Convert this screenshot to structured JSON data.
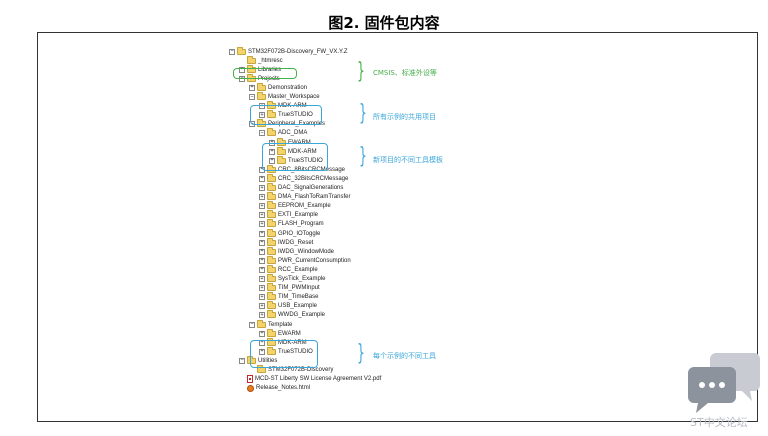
{
  "figure_title": "图2. 固件包内容",
  "tree": [
    {
      "label": "STM32F072B-Discovery_FW_VX.Y.Z",
      "indent": 0,
      "expander": "−",
      "icon": "folder-icon"
    },
    {
      "label": "_htmresc",
      "indent": 1,
      "expander": "",
      "icon": "folder-icon"
    },
    {
      "label": "Libraries",
      "indent": 1,
      "expander": "+",
      "icon": "folder-icon"
    },
    {
      "label": "Projects",
      "indent": 1,
      "expander": "−",
      "icon": "folder-icon"
    },
    {
      "label": "Demonstration",
      "indent": 2,
      "expander": "+",
      "icon": "folder-icon"
    },
    {
      "label": "Master_Workspace",
      "indent": 2,
      "expander": "−",
      "icon": "folder-icon"
    },
    {
      "label": "MDK-ARM",
      "indent": 3,
      "expander": "+",
      "icon": "folder-icon"
    },
    {
      "label": "TrueSTUDIO",
      "indent": 3,
      "expander": "+",
      "icon": "folder-icon"
    },
    {
      "label": "Peripheral_Examples",
      "indent": 2,
      "expander": "−",
      "icon": "folder-icon"
    },
    {
      "label": "ADC_DMA",
      "indent": 3,
      "expander": "−",
      "icon": "folder-icon"
    },
    {
      "label": "EWARM",
      "indent": 4,
      "expander": "+",
      "icon": "folder-icon"
    },
    {
      "label": "MDK-ARM",
      "indent": 4,
      "expander": "+",
      "icon": "folder-icon"
    },
    {
      "label": "TrueSTUDIO",
      "indent": 4,
      "expander": "+",
      "icon": "folder-icon"
    },
    {
      "label": "CRC_8BitsCRCMessage",
      "indent": 3,
      "expander": "+",
      "icon": "folder-icon"
    },
    {
      "label": "CRC_32BitsCRCMessage",
      "indent": 3,
      "expander": "+",
      "icon": "folder-icon"
    },
    {
      "label": "DAC_SignalGenerations",
      "indent": 3,
      "expander": "+",
      "icon": "folder-icon"
    },
    {
      "label": "DMA_FlashToRamTransfer",
      "indent": 3,
      "expander": "+",
      "icon": "folder-icon"
    },
    {
      "label": "EEPROM_Example",
      "indent": 3,
      "expander": "+",
      "icon": "folder-icon"
    },
    {
      "label": "EXTI_Example",
      "indent": 3,
      "expander": "+",
      "icon": "folder-icon"
    },
    {
      "label": "FLASH_Program",
      "indent": 3,
      "expander": "+",
      "icon": "folder-icon"
    },
    {
      "label": "GPIO_IOToggle",
      "indent": 3,
      "expander": "+",
      "icon": "folder-icon"
    },
    {
      "label": "IWDG_Reset",
      "indent": 3,
      "expander": "+",
      "icon": "folder-icon"
    },
    {
      "label": "IWDG_WindowMode",
      "indent": 3,
      "expander": "+",
      "icon": "folder-icon"
    },
    {
      "label": "PWR_CurrentConsumption",
      "indent": 3,
      "expander": "+",
      "icon": "folder-icon"
    },
    {
      "label": "RCC_Example",
      "indent": 3,
      "expander": "+",
      "icon": "folder-icon"
    },
    {
      "label": "SysTick_Example",
      "indent": 3,
      "expander": "+",
      "icon": "folder-icon"
    },
    {
      "label": "TIM_PWMInput",
      "indent": 3,
      "expander": "+",
      "icon": "folder-icon"
    },
    {
      "label": "TIM_TimeBase",
      "indent": 3,
      "expander": "+",
      "icon": "folder-icon"
    },
    {
      "label": "USB_Example",
      "indent": 3,
      "expander": "+",
      "icon": "folder-icon"
    },
    {
      "label": "WWDG_Example",
      "indent": 3,
      "expander": "+",
      "icon": "folder-icon"
    },
    {
      "label": "Template",
      "indent": 2,
      "expander": "−",
      "icon": "folder-icon"
    },
    {
      "label": "EWARM",
      "indent": 3,
      "expander": "+",
      "icon": "folder-icon"
    },
    {
      "label": "MDK-ARM",
      "indent": 3,
      "expander": "+",
      "icon": "folder-icon"
    },
    {
      "label": "TrueSTUDIO",
      "indent": 3,
      "expander": "+",
      "icon": "folder-icon"
    },
    {
      "label": "Utilities",
      "indent": 1,
      "expander": "−",
      "icon": "folder-icon"
    },
    {
      "label": "STM32F072B-Discovery",
      "indent": 2,
      "expander": "",
      "icon": "folder-icon"
    },
    {
      "label": "MCD-ST Liberty SW License Agreement V2.pdf",
      "indent": 1,
      "expander": "",
      "icon": "pdf-file-icon"
    },
    {
      "label": "Release_Notes.html",
      "indent": 1,
      "expander": "",
      "icon": "html-file-icon"
    }
  ],
  "annotations": {
    "libraries": "CMSIS、标准外设等",
    "master_workspace": "所有示例的共用项目",
    "new_project_templates": "新项目的不同工具模板",
    "template_tools": "每个示例的不同工具"
  },
  "colors": {
    "annotation_blue": "#3ba7d9",
    "annotation_green": "#46b04a",
    "folder": "#f3d36b"
  },
  "watermark": {
    "text": "ST中文论坛",
    "icon": "chat-bubbles-icon"
  }
}
